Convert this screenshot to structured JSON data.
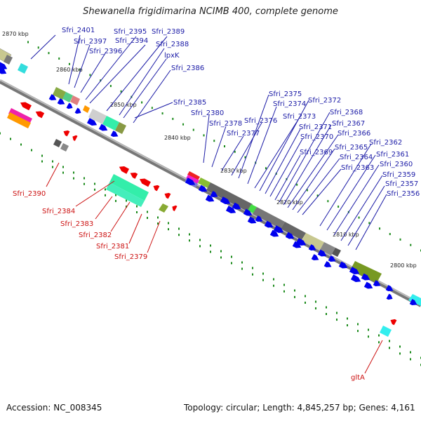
{
  "title": "Shewanella frigidimarina NCIMB 400, complete genome",
  "footer": {
    "accession": "Accession: NC_008345",
    "topology": "Topology: circular; Length: 4,845,257 bp; Genes: 4,161"
  },
  "colors": {
    "plus_label": "#1a1aa6",
    "minus_label": "#cc1111",
    "forward_gene": "#0000ee",
    "reverse_gene": "#ee0000",
    "backbone": "#888888"
  },
  "scale_labels": [
    "2870 kbp",
    "2860 kbp",
    "2850 kbp",
    "2840 kbp",
    "2830 kbp",
    "2820 kbp",
    "2810 kbp",
    "2800 kbp"
  ],
  "plus_labels": [
    "Sfri_2401",
    "Sfri_2397",
    "Sfri_2396",
    "Sfri_2395",
    "Sfri_2394",
    "Sfri_2389",
    "Sfri_2388",
    "lpxK",
    "Sfri_2386",
    "Sfri_2385",
    "Sfri_2380",
    "Sfri_2378",
    "Sfri_2377",
    "Sfri_2376",
    "Sfri_2375",
    "Sfri_2374",
    "Sfri_2373",
    "Sfri_2372",
    "Sfri_2371",
    "Sfri_2370",
    "Sfri_2369",
    "Sfri_2368",
    "Sfri_2367",
    "Sfri_2366",
    "Sfri_2365",
    "Sfri_2364",
    "Sfri_2363",
    "Sfri_2362",
    "Sfri_2361",
    "Sfri_2360",
    "Sfri_2359",
    "Sfri_2357",
    "Sfri_2356"
  ],
  "minus_labels": [
    "Sfri_2390",
    "Sfri_2384",
    "Sfri_2383",
    "Sfri_2382",
    "Sfri_2381",
    "Sfri_2379",
    "gltA"
  ]
}
